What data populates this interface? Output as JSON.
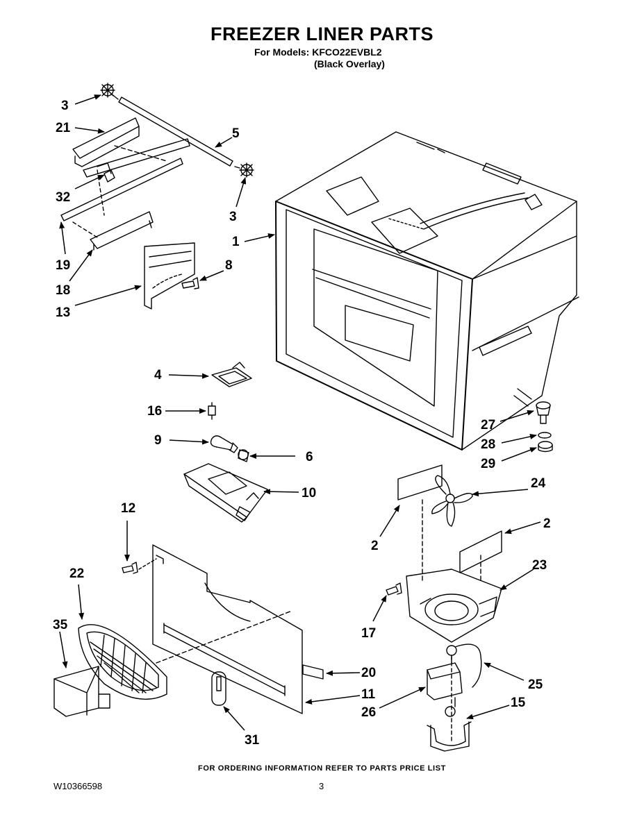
{
  "header": {
    "title": "FREEZER LINER PARTS",
    "models_line": "For Models: KFCO22EVBL2",
    "overlay_line": "(Black Overlay)"
  },
  "callouts": [
    "3",
    "21",
    "5",
    "32",
    "3",
    "1",
    "19",
    "8",
    "18",
    "13",
    "4",
    "16",
    "9",
    "6",
    "10",
    "27",
    "28",
    "29",
    "12",
    "24",
    "2",
    "2",
    "22",
    "23",
    "35",
    "17",
    "20",
    "25",
    "11",
    "26",
    "15",
    "31"
  ],
  "footer": {
    "ordering_note": "FOR ORDERING INFORMATION REFER TO PARTS PRICE LIST",
    "doc_number": "W10366598",
    "page_number": "3"
  }
}
